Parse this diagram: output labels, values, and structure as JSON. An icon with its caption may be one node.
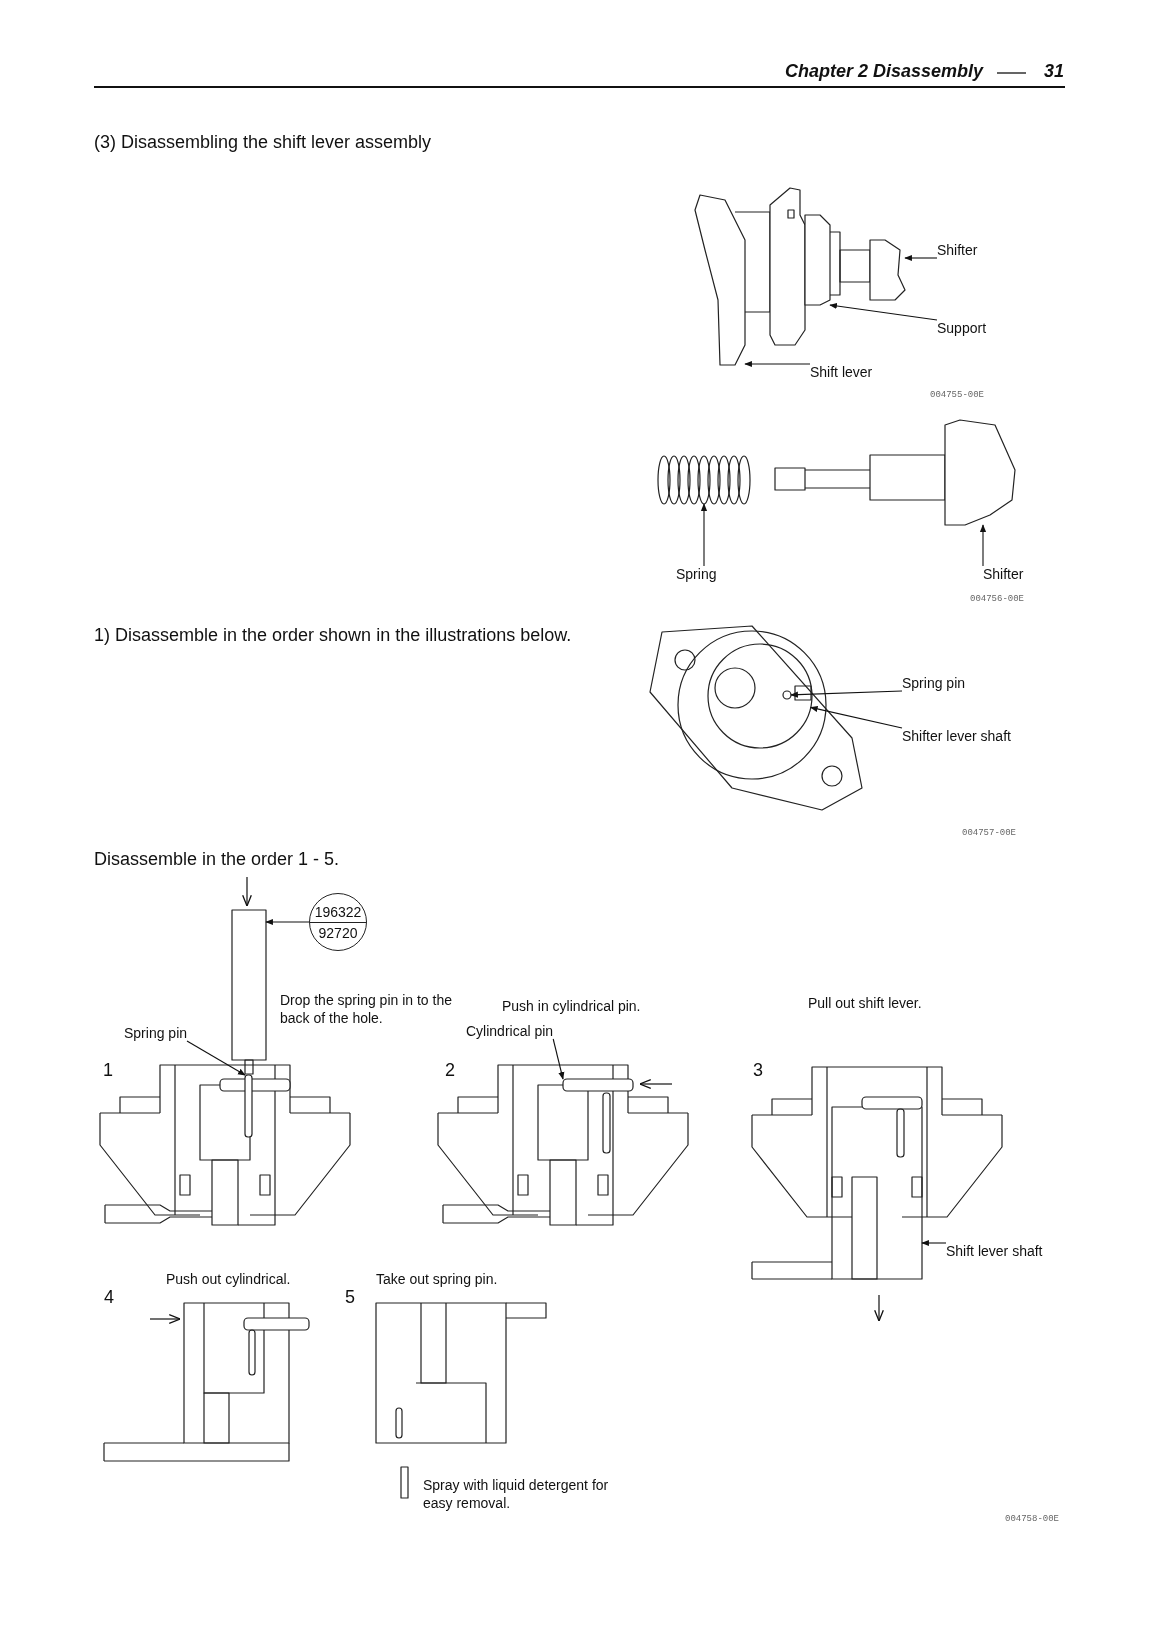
{
  "diagram": {
    "title": "(3) Disassembling the shift lever assembly",
    "nodes": [
      {
        "text": [
          "Shifter"
        ]
      },
      {
        "text": [
          "Support"
        ]
      },
      {
        "text": [
          "Shift lever"
        ]
      },
      {
        "text": [
          "Spring"
        ]
      },
      {
        "text": [
          "Shifter"
        ]
      },
      {
        "text": [
          "Spring pin"
        ]
      },
      {
        "text": [
          "Shifter lever shaft"
        ]
      },
      {
        "text": [
          "196322",
          "92720"
        ]
      },
      {
        "text": [
          "Spring pin"
        ]
      },
      {
        "text": [
          "Cylindrical pin"
        ]
      },
      {
        "text": [
          "Shift lever shaft"
        ]
      },
      {
        "text": [],
        "shape": "picture"
      },
      {
        "text": [],
        "shape": "box"
      },
      {
        "text": [],
        "shape": "picture"
      },
      {
        "text": [],
        "shape": "picture"
      },
      {
        "text": [],
        "shape": "picture"
      },
      {
        "text": [],
        "shape": "circle",
        "in": 17
      },
      {
        "text": [],
        "shape": "circle"
      },
      {
        "text": [],
        "shape": "box"
      },
      {
        "text": [],
        "shape": "box"
      },
      {
        "text": [],
        "shape": "box"
      },
      {
        "text": [],
        "shape": "box"
      }
    ],
    "edges": [
      {
        "from": 0,
        "to": 11,
        "arrow": "to"
      },
      {
        "from": 1,
        "to": 12,
        "arrow": "to"
      },
      {
        "from": 2,
        "to": 13,
        "arrow": "to"
      },
      {
        "from": 3,
        "to": 14,
        "arrow": "to"
      },
      {
        "from": 4,
        "to": 15,
        "arrow": "to"
      },
      {
        "from": 5,
        "to": 16,
        "arrow": "to"
      },
      {
        "from": 6,
        "to": 17,
        "arrow": "to"
      },
      {
        "from": 7,
        "to": 18,
        "arrow": "to"
      },
      {
        "from": 8,
        "to": 19,
        "arrow": "to"
      },
      {
        "from": 9,
        "to": 20,
        "arrow": "to"
      },
      {
        "from": 10,
        "to": 21,
        "arrow": "to"
      }
    ],
    "labels": [
      "Chapter 2 Disassembly",
      "31",
      "004755-00E",
      "004756-00E",
      "1) Disassemble in the order shown in the illustrations below.",
      "004757-00E",
      "Disassemble in the order 1 - 5.",
      "Drop the spring pin in to the back of the hole.",
      "Push in cylindrical pin.",
      "Pull out shift lever.",
      "1",
      "2",
      "3",
      "Push out cylindrical.",
      "4",
      "Take out spring pin.",
      "5",
      "Spray with liquid detergent for easy removal.",
      "004758-00E"
    ]
  }
}
